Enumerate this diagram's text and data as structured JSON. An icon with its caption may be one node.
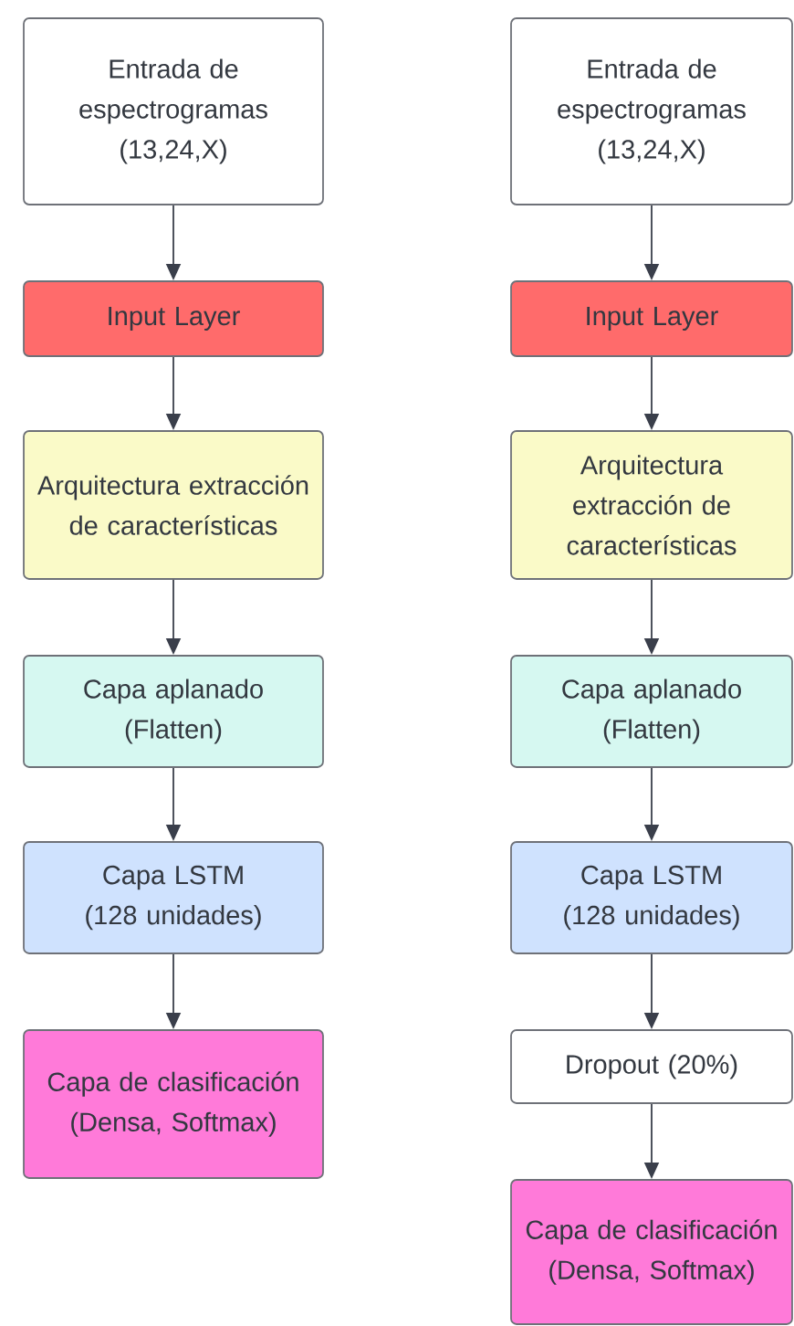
{
  "diagram": {
    "nodes": [
      {
        "text": [
          "Entrada de espectrogramas (13,24,X)"
        ]
      },
      {
        "text": [
          "Input Layer"
        ]
      },
      {
        "text": [
          "Arquitectura extracción de características"
        ]
      },
      {
        "text": [
          "Capa aplanado (Flatten)"
        ]
      },
      {
        "text": [
          "Capa LSTM (128 unidades)"
        ]
      },
      {
        "text": [
          "Capa de clasificación (Densa, Softmax)"
        ]
      },
      {
        "text": [
          "Entrada de espectrogramas (13,24,X)"
        ]
      },
      {
        "text": [
          "Input Layer"
        ]
      },
      {
        "text": [
          "Arquitectura extracción de características"
        ]
      },
      {
        "text": [
          "Capa aplanado (Flatten)"
        ]
      },
      {
        "text": [
          "Capa LSTM (128 unidades)"
        ]
      },
      {
        "text": [
          "Dropout (20%)"
        ]
      },
      {
        "text": [
          "Capa de clasificación (Densa, Softmax)"
        ]
      }
    ],
    "edges": [
      {
        "from": 0,
        "to": 1,
        "arrow": "to"
      },
      {
        "from": 1,
        "to": 2,
        "arrow": "to"
      },
      {
        "from": 2,
        "to": 3,
        "arrow": "to"
      },
      {
        "from": 3,
        "to": 4,
        "arrow": "to"
      },
      {
        "from": 4,
        "to": 5,
        "arrow": "to"
      },
      {
        "from": 6,
        "to": 7,
        "arrow": "to"
      },
      {
        "from": 7,
        "to": 8,
        "arrow": "to"
      },
      {
        "from": 8,
        "to": 9,
        "arrow": "to"
      },
      {
        "from": 9,
        "to": 10,
        "arrow": "to"
      },
      {
        "from": 10,
        "to": 11,
        "arrow": "to"
      },
      {
        "from": 11,
        "to": 12,
        "arrow": "to"
      }
    ]
  }
}
